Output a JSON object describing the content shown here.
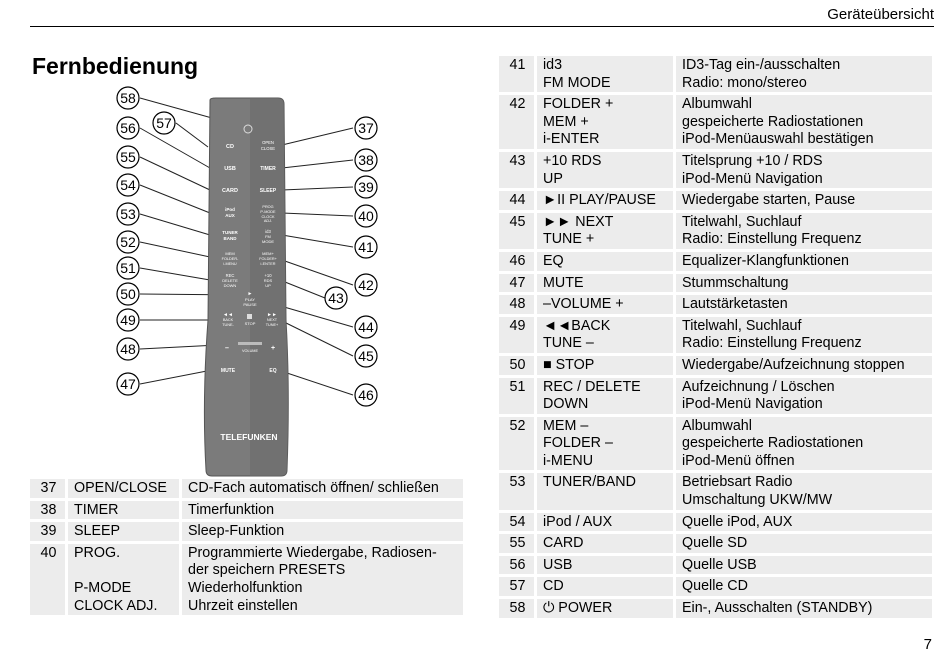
{
  "header": {
    "title": "Geräteübersicht"
  },
  "section_title": "Fernbedienung",
  "page_number": "7",
  "remote": {
    "brand": "TELEFUNKEN",
    "buttons": {
      "cd": "CD",
      "open_close": [
        "OPEN",
        "CLOSE"
      ],
      "usb": "USB",
      "timer": "TIMER",
      "card": "CARD",
      "sleep": "SLEEP",
      "ipod_aux": [
        "iPod",
        "AUX"
      ],
      "prog": [
        "PROG",
        "P-MODE",
        "CLOCK",
        "ADJ."
      ],
      "tuner_band": [
        "TUNER",
        "BAND"
      ],
      "id3": [
        "id3",
        "FM",
        "MODE"
      ],
      "mem_folder": [
        "MEM",
        "FOLDER-",
        "i-MENU"
      ],
      "mem_plus": [
        "MEM+",
        "FOLDER+",
        "i-ENTER"
      ],
      "rec_delete": [
        "REC",
        "DELETE",
        "DOWN"
      ],
      "rds": [
        "+10",
        "RDS",
        "UP"
      ],
      "play_pause": [
        "PLAY",
        "PAUSE"
      ],
      "back": [
        "BACK",
        "TUNE-"
      ],
      "stop": "STOP",
      "next": [
        "NEXT",
        "TUNE+"
      ],
      "minus": "–",
      "volume": "VOLUME",
      "plus": "+",
      "mute": "MUTE",
      "eq": "EQ"
    },
    "callouts_left": [
      "58",
      "56",
      "57",
      "55",
      "54",
      "53",
      "52",
      "51",
      "50",
      "49",
      "48",
      "47"
    ],
    "callouts_right": [
      "37",
      "38",
      "39",
      "40",
      "41",
      "43",
      "42",
      "44",
      "45",
      "46"
    ]
  },
  "left_table": [
    {
      "num": "37",
      "name": [
        "OPEN/CLOSE"
      ],
      "desc": [
        "CD-Fach automatisch öffnen/ schließen"
      ]
    },
    {
      "num": "38",
      "name": [
        "TIMER"
      ],
      "desc": [
        "Timerfunktion"
      ]
    },
    {
      "num": "39",
      "name": [
        "SLEEP"
      ],
      "desc": [
        "Sleep-Funktion"
      ]
    },
    {
      "num": "40",
      "name": [
        "PROG.",
        "",
        "P-MODE",
        "CLOCK ADJ."
      ],
      "desc": [
        "Programmierte Wiedergabe, Radiosen-",
        "der speichern PRESETS",
        "Wiederholfunktion",
        "Uhrzeit einstellen"
      ]
    }
  ],
  "right_table": [
    {
      "num": "41",
      "name": [
        "id3",
        "FM MODE"
      ],
      "desc": [
        "ID3-Tag ein-/ausschalten",
        "Radio: mono/stereo"
      ]
    },
    {
      "num": "42",
      "name": [
        "FOLDER +",
        "MEM +",
        "i-ENTER"
      ],
      "desc": [
        "Albumwahl",
        "gespeicherte Radiostationen",
        "iPod-Menüauswahl bestätigen"
      ]
    },
    {
      "num": "43",
      "name": [
        "+10 RDS",
        "UP"
      ],
      "desc": [
        "Titelsprung +10 / RDS",
        "iPod-Menü Navigation"
      ]
    },
    {
      "num": "44",
      "name": [
        "►ΙΙ PLAY/PAUSE"
      ],
      "desc": [
        "Wiedergabe starten, Pause"
      ]
    },
    {
      "num": "45",
      "name": [
        "►► NEXT",
        "TUNE +"
      ],
      "desc": [
        "Titelwahl, Suchlauf",
        "Radio: Einstellung Frequenz"
      ]
    },
    {
      "num": "46",
      "name": [
        "EQ"
      ],
      "desc": [
        "Equalizer-Klangfunktionen"
      ]
    },
    {
      "num": "47",
      "name": [
        "MUTE"
      ],
      "desc": [
        "Stummschaltung"
      ]
    },
    {
      "num": "48",
      "name": [
        "–VOLUME +"
      ],
      "desc": [
        "Lautstärketasten"
      ]
    },
    {
      "num": "49",
      "name": [
        "◄◄BACK",
        "TUNE –"
      ],
      "desc": [
        "Titelwahl, Suchlauf",
        "Radio: Einstellung Frequenz"
      ]
    },
    {
      "num": "50",
      "name": [
        "■ STOP"
      ],
      "desc": [
        "Wiedergabe/Aufzeichnung stoppen"
      ]
    },
    {
      "num": "51",
      "name": [
        "REC / DELETE",
        "DOWN"
      ],
      "desc": [
        "Aufzeichnung / Löschen",
        "iPod-Menü Navigation"
      ]
    },
    {
      "num": "52",
      "name": [
        "MEM –",
        "FOLDER –",
        "i-MENU"
      ],
      "desc": [
        "Albumwahl",
        "gespeicherte Radiostationen",
        "iPod-Menü öffnen"
      ]
    },
    {
      "num": "53",
      "name": [
        "TUNER/BAND"
      ],
      "desc": [
        "Betriebsart Radio",
        "Umschaltung UKW/MW"
      ]
    },
    {
      "num": "54",
      "name": [
        "iPod / AUX"
      ],
      "desc": [
        "Quelle iPod, AUX"
      ]
    },
    {
      "num": "55",
      "name": [
        "CARD"
      ],
      "desc": [
        "Quelle SD"
      ]
    },
    {
      "num": "56",
      "name": [
        "USB"
      ],
      "desc": [
        "Quelle USB"
      ]
    },
    {
      "num": "57",
      "name": [
        "CD"
      ],
      "desc": [
        "Quelle CD"
      ]
    },
    {
      "num": "58",
      "name": [
        "⏻ POWER"
      ],
      "desc": [
        "Ein-, Ausschalten (STANDBY)"
      ]
    }
  ]
}
